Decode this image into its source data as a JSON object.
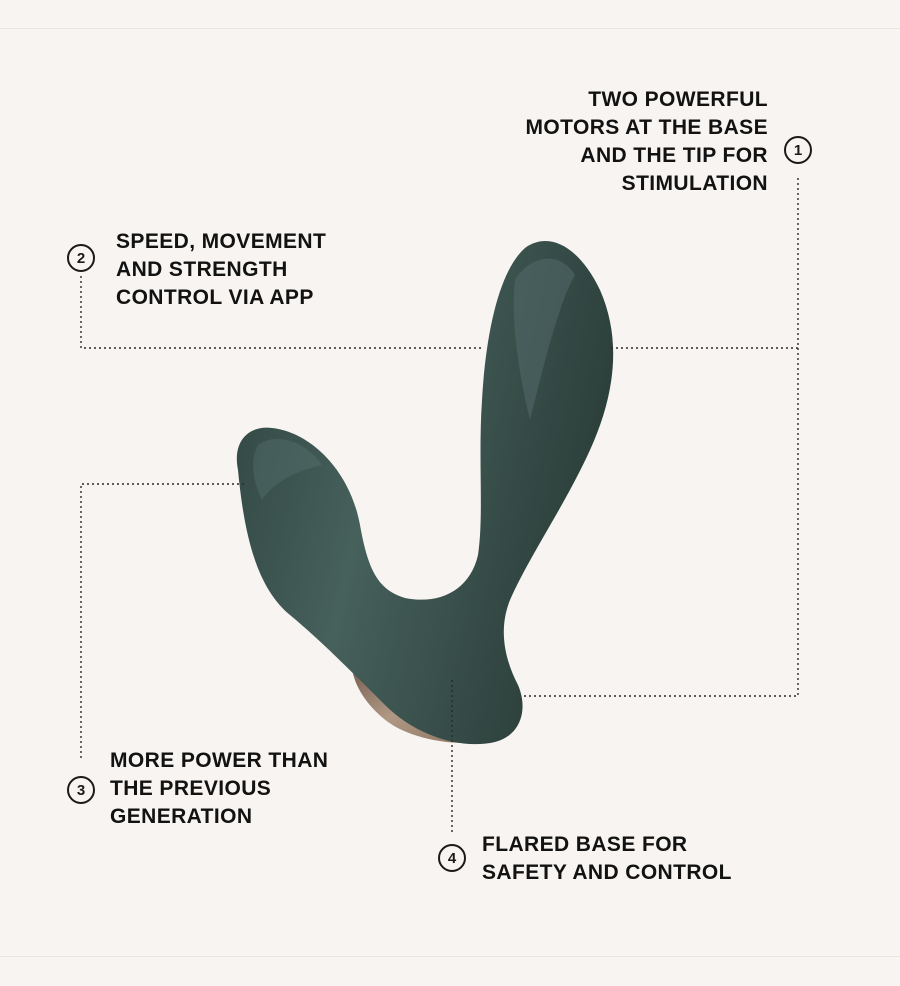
{
  "callouts": [
    {
      "number": "1",
      "lines": [
        "TWO POWERFUL",
        "MOTORS AT THE BASE",
        "AND THE TIP FOR",
        "STIMULATION"
      ]
    },
    {
      "number": "2",
      "lines": [
        "SPEED, MOVEMENT",
        "AND STRENGTH",
        "CONTROL VIA APP"
      ]
    },
    {
      "number": "3",
      "lines": [
        "MORE POWER THAN",
        "THE PREVIOUS",
        "GENERATION"
      ]
    },
    {
      "number": "4",
      "lines": [
        "FLARED BASE FOR",
        "SAFETY AND CONTROL"
      ]
    }
  ],
  "colors": {
    "background": "#f7f4f1",
    "product_body": "#3e5450",
    "base_trim": "#a58c78",
    "text": "#121212",
    "leader_line": "#2a2a2a"
  }
}
